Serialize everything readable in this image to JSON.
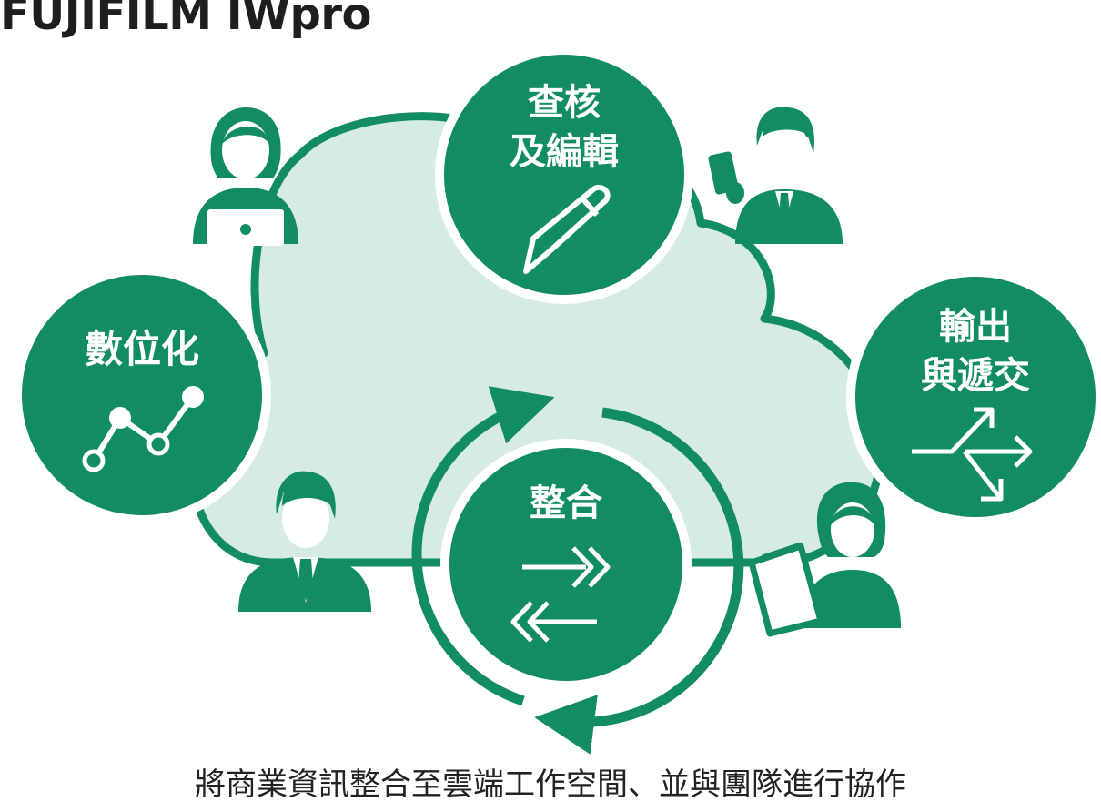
{
  "brand": {
    "logo_text": "FUJIFILM IWpro"
  },
  "colors": {
    "primary_green": "#128C64",
    "cloud_fill": "#D6EBE3",
    "white": "#FFFFFF",
    "caption_text": "#222222"
  },
  "steps": {
    "review": {
      "line1": "查核",
      "line2": "及編輯",
      "icon": "pencil-icon"
    },
    "digitize": {
      "label": "數位化",
      "icon": "line-chart-icon"
    },
    "output": {
      "line1": "輸出",
      "line2": "與遞交",
      "icon": "split-arrow-icon"
    },
    "integrate": {
      "label": "整合",
      "icon": "exchange-arrows-icon"
    }
  },
  "people_icons": [
    "woman-laptop-icon",
    "man-phone-icon",
    "man-suit-icon",
    "woman-document-icon"
  ],
  "caption": "將商業資訊整合至雲端工作空間、並與團隊進行協作"
}
